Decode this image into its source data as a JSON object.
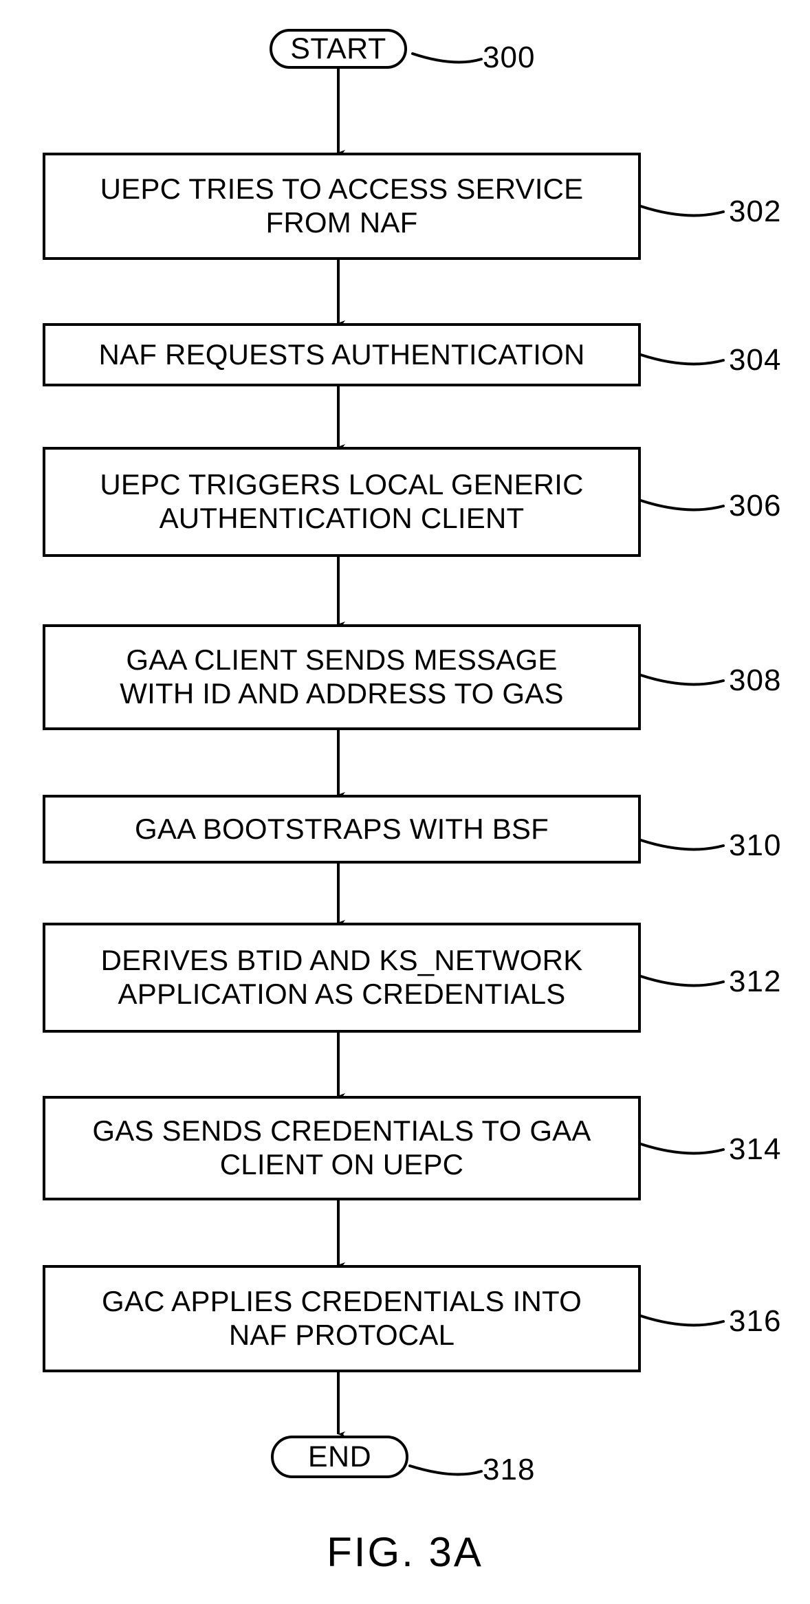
{
  "figure": {
    "caption": "FIG. 3A",
    "start_label": "START",
    "end_label": "END",
    "start_ref": "300",
    "end_ref": "318",
    "ink_color": "#000000",
    "background_color": "#ffffff"
  },
  "steps": [
    {
      "ref": "302",
      "text": "UEPC TRIES TO ACCESS SERVICE\nFROM NAF"
    },
    {
      "ref": "304",
      "text": "NAF REQUESTS AUTHENTICATION"
    },
    {
      "ref": "306",
      "text": "UEPC TRIGGERS LOCAL GENERIC\nAUTHENTICATION CLIENT"
    },
    {
      "ref": "308",
      "text": "GAA CLIENT SENDS MESSAGE\nWITH ID AND ADDRESS TO GAS"
    },
    {
      "ref": "310",
      "text": "GAA BOOTSTRAPS WITH BSF"
    },
    {
      "ref": "312",
      "text": "DERIVES BTID AND KS_NETWORK\nAPPLICATION AS CREDENTIALS"
    },
    {
      "ref": "314",
      "text": "GAS SENDS CREDENTIALS TO GAA\nCLIENT ON UEPC"
    },
    {
      "ref": "316",
      "text": "GAC APPLIES CREDENTIALS INTO\nNAF PROTOCAL"
    }
  ]
}
